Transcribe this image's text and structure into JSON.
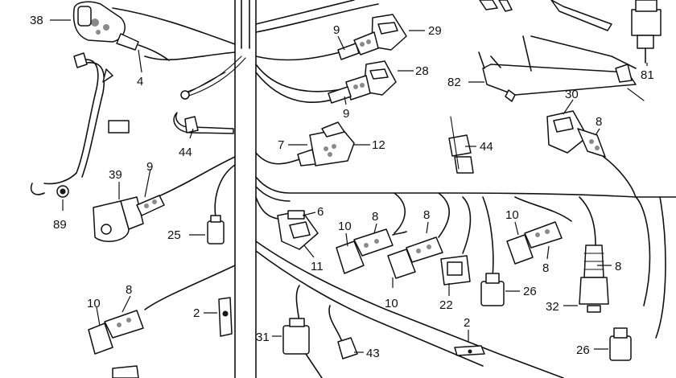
{
  "diagram": {
    "callouts": [
      {
        "id": "c38",
        "text": "38"
      },
      {
        "id": "c4",
        "text": "4"
      },
      {
        "id": "c89",
        "text": "89"
      },
      {
        "id": "c39",
        "text": "39"
      },
      {
        "id": "c9a",
        "text": "9"
      },
      {
        "id": "c44a",
        "text": "44"
      },
      {
        "id": "c25",
        "text": "25"
      },
      {
        "id": "c10a",
        "text": "10"
      },
      {
        "id": "c8a",
        "text": "8"
      },
      {
        "id": "c2a",
        "text": "2"
      },
      {
        "id": "c31",
        "text": "31"
      },
      {
        "id": "c43",
        "text": "43"
      },
      {
        "id": "c9b",
        "text": "9"
      },
      {
        "id": "c29",
        "text": "29"
      },
      {
        "id": "c28",
        "text": "28"
      },
      {
        "id": "c9c",
        "text": "9"
      },
      {
        "id": "c7",
        "text": "7"
      },
      {
        "id": "c12",
        "text": "12"
      },
      {
        "id": "c6",
        "text": "6"
      },
      {
        "id": "c11",
        "text": "11"
      },
      {
        "id": "c10b",
        "text": "10"
      },
      {
        "id": "c8b",
        "text": "8"
      },
      {
        "id": "c10c",
        "text": "10"
      },
      {
        "id": "c8c",
        "text": "8"
      },
      {
        "id": "c22",
        "text": "22"
      },
      {
        "id": "c26a",
        "text": "26"
      },
      {
        "id": "c2b",
        "text": "2"
      },
      {
        "id": "c82",
        "text": "82"
      },
      {
        "id": "c30",
        "text": "30"
      },
      {
        "id": "c8d",
        "text": "8"
      },
      {
        "id": "c44b",
        "text": "44"
      },
      {
        "id": "c10d",
        "text": "10"
      },
      {
        "id": "c8e",
        "text": "8"
      },
      {
        "id": "c8f",
        "text": "8"
      },
      {
        "id": "c32",
        "text": "32"
      },
      {
        "id": "c26b",
        "text": "26"
      },
      {
        "id": "c81",
        "text": "81"
      }
    ]
  }
}
